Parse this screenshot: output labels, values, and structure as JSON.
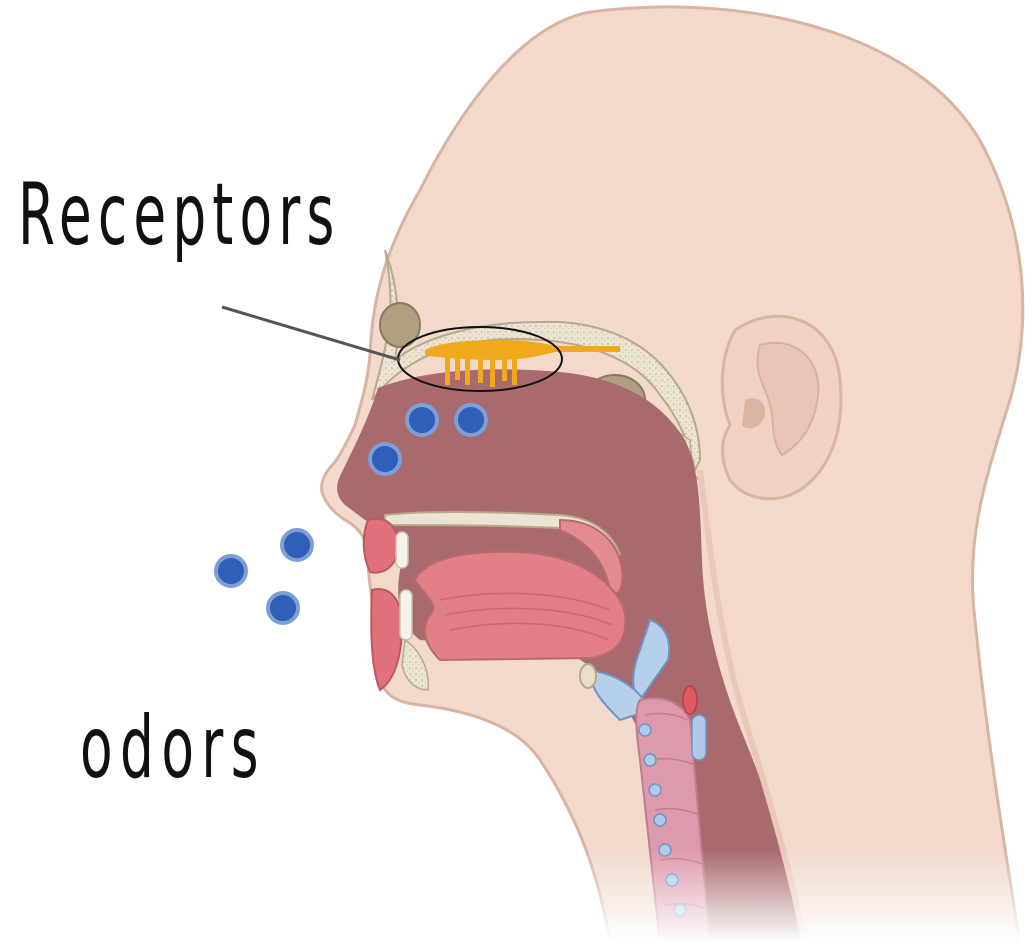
{
  "labels": {
    "receptors": "Receptors",
    "odors": "odors"
  },
  "colors": {
    "skin": "#f2d9cc",
    "skin_outline": "#d8b4a3",
    "cavity": "#a96a6e",
    "bone": "#ece4d2",
    "tongue": "#e37f86",
    "receptor": "#f0a81c",
    "odor_molecule": "#2f5fb6",
    "airway": "#dd9aac",
    "cartilage": "#aeccea"
  },
  "icons": {
    "head": "sagittal-head-section",
    "receptor": "olfactory-receptor",
    "molecule": "odor-molecule"
  }
}
